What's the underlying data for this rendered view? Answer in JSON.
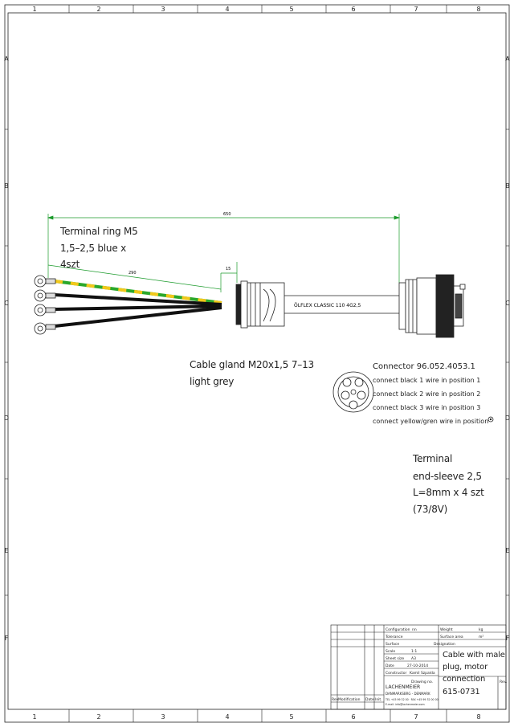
{
  "grid": {
    "cols": [
      "1",
      "2",
      "3",
      "4",
      "5",
      "6",
      "7",
      "8"
    ],
    "rows": [
      "A",
      "B",
      "C",
      "D",
      "E",
      "F"
    ]
  },
  "dimensions": {
    "overall": "650",
    "wires": "290",
    "gland": "15"
  },
  "cable_text": "ÖLFLEX CLASSIC 110 4G2,5",
  "terminal_ring": [
    "Terminal ring M5",
    "1,5–2,5 blue x",
    "4szt"
  ],
  "cable_gland": [
    "Cable gland M20x1,5 7–13",
    "light grey"
  ],
  "connector": {
    "title": "Connector 96.052.4053.1",
    "lines": [
      "connect black 1 wire in position 1",
      "connect black 2 wire in position 2",
      "connect black 3 wire in position 3",
      "connect yellow/gren wire in position"
    ]
  },
  "terminal_sleeve": [
    "Terminal",
    "end-sleeve 2,5",
    "L=8mm x 4 szt",
    "(73/8V)"
  ],
  "title_block": {
    "config_label": "Configuration",
    "config_value": "nn",
    "tolerance_label": "Tolerance",
    "surface_label": "Surface",
    "scale_label": "Scale",
    "scale_value": "1:1",
    "sheet_label": "Sheet size",
    "sheet_value": "A3",
    "date_label": "Date",
    "date_value": "27-10-2014",
    "constructor_label": "Constructor",
    "constructor_value": "Kamil Szpalda",
    "weight_label": "Weight",
    "weight_value": "kg",
    "surface_area_label": "Surface area",
    "surface_area_value": "m²",
    "designation_label": "Designation",
    "designation_lines": [
      "Cable with male",
      "plug, motor",
      "connection"
    ],
    "drawing_no_label": "Drawing no.",
    "drawing_no": "615-0731",
    "rev_label": "Rev.",
    "company": "LACHENMEIER",
    "company_addr": "DANMARKSBRG - DENMARK",
    "company_tel": "TEL +45 99 32 00 · FAX +45 99 32 00 00",
    "company_mail": "E-mail: info@lachenmeier.com",
    "rev_col": "Rev.",
    "mod_col": "Modification",
    "date_col": "Date",
    "init_col": "Init."
  }
}
